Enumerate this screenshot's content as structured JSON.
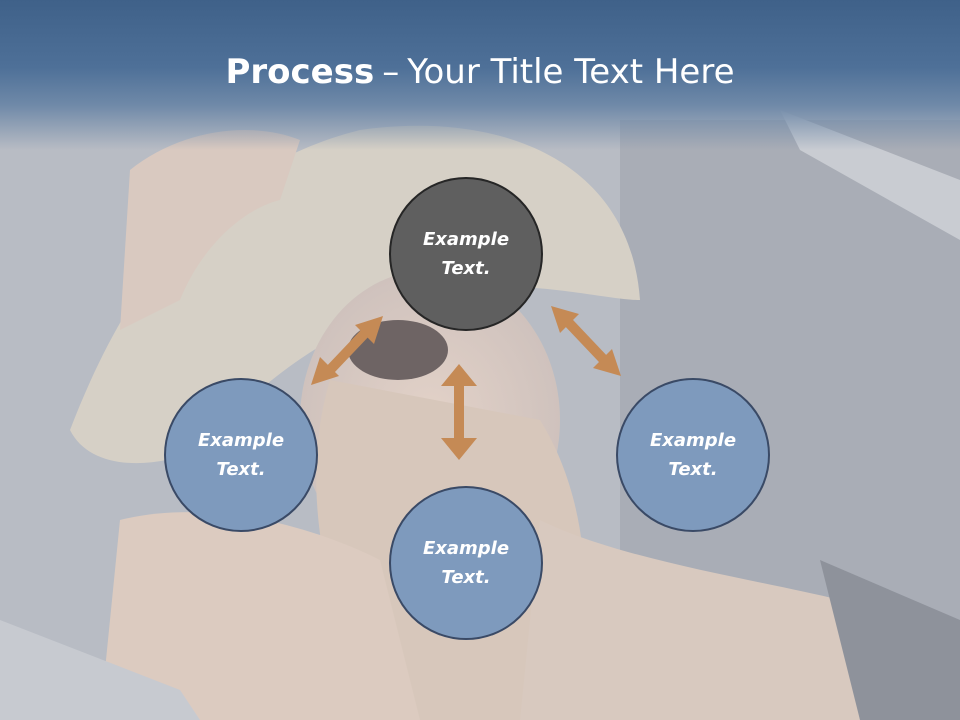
{
  "title": {
    "bold": "Process",
    "separator": "–",
    "rest": "Your Title Text Here"
  },
  "nodes": {
    "top": "Example Text.",
    "left": "Example Text.",
    "right": "Example Text.",
    "bottom": "Example Text."
  },
  "colors": {
    "title_bar": "#4a6b93",
    "node_dark": "#5f5f5f",
    "node_blue": "#7e9abd",
    "arrow": "#c58a55"
  }
}
